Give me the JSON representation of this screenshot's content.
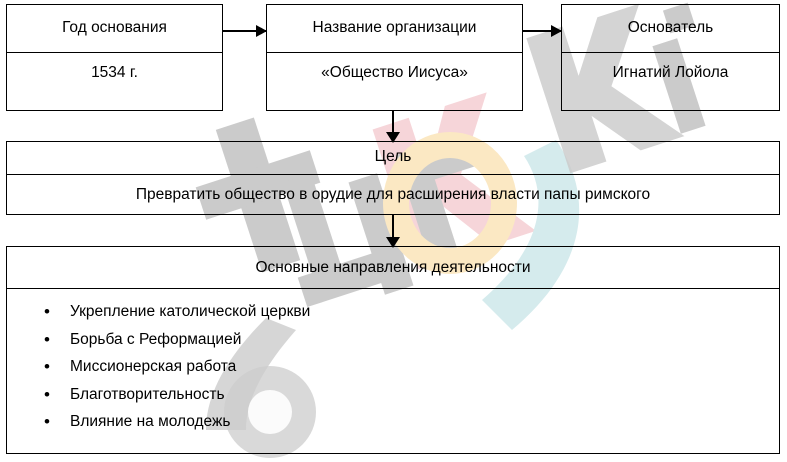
{
  "diagram": {
    "title_hidden": "",
    "top_row": [
      {
        "header": "Год основания",
        "value": "1534 г."
      },
      {
        "header": "Название организации",
        "value": "«Общество Иисуса»"
      },
      {
        "header": "Основатель",
        "value": "Игнатий Лойола"
      }
    ],
    "goal": {
      "header": "Цель",
      "value": "Превратить общество в орудие для расширения власти папы римского"
    },
    "activities": {
      "header": "Основные направления деятельности",
      "items": [
        "Укрепление католической церкви",
        "Борьба с Реформацией",
        "Миссионерская работа",
        "Благотворительность",
        "Влияние на молодежь"
      ]
    },
    "connectors": [
      {
        "name": "arrow-founded-to-name",
        "direction": "right"
      },
      {
        "name": "arrow-name-to-founder",
        "direction": "right"
      },
      {
        "name": "arrow-name-to-goal",
        "direction": "down"
      },
      {
        "name": "arrow-goal-to-activities",
        "direction": "down"
      }
    ],
    "watermark": {
      "text": "euroki",
      "colors": {
        "gray": "#c9c9c9",
        "pink": "#f6d3d7",
        "yellow": "#fbe7c0",
        "blue": "#d3eaec"
      }
    },
    "colors": {
      "border": "#000000",
      "background": "#ffffff",
      "text": "#000000"
    }
  }
}
